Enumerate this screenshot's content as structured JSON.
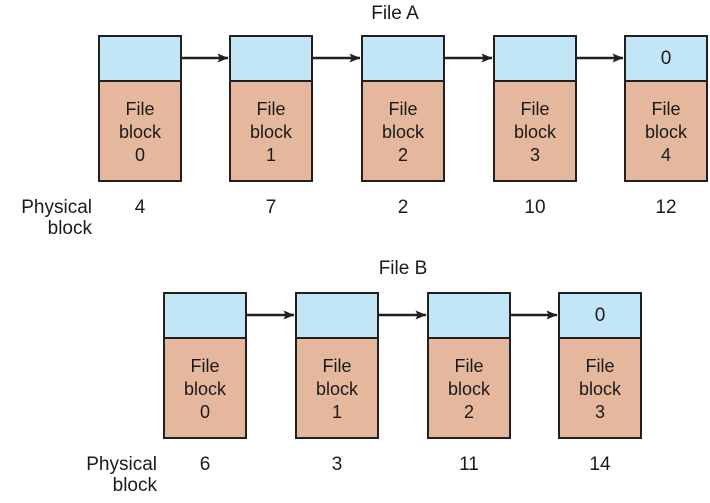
{
  "diagram": {
    "title_a": "File A",
    "title_b": "File B",
    "physical_label_line1": "Physical",
    "physical_label_line2": "block",
    "block_word_file": "File",
    "block_word_block": "block",
    "null_pointer": "0",
    "files": [
      {
        "name": "File A",
        "blocks": [
          {
            "file_block_index": "0",
            "physical_block": "4",
            "pointer": ""
          },
          {
            "file_block_index": "1",
            "physical_block": "7",
            "pointer": ""
          },
          {
            "file_block_index": "2",
            "physical_block": "2",
            "pointer": ""
          },
          {
            "file_block_index": "3",
            "physical_block": "10",
            "pointer": ""
          },
          {
            "file_block_index": "4",
            "physical_block": "12",
            "pointer": "0"
          }
        ]
      },
      {
        "name": "File B",
        "blocks": [
          {
            "file_block_index": "0",
            "physical_block": "6",
            "pointer": ""
          },
          {
            "file_block_index": "1",
            "physical_block": "3",
            "pointer": ""
          },
          {
            "file_block_index": "2",
            "physical_block": "11",
            "pointer": ""
          },
          {
            "file_block_index": "3",
            "physical_block": "14",
            "pointer": "0"
          }
        ]
      }
    ],
    "colors": {
      "pointer_field": "#c3e6f7",
      "data_field": "#e5b89d",
      "outline": "#231f20",
      "background": "#ffffff"
    }
  }
}
